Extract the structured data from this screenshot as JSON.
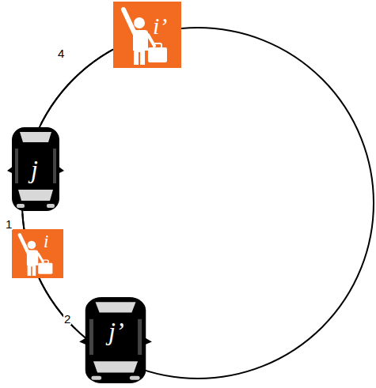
{
  "diagram": {
    "nodes": [
      {
        "text": [
          "i’"
        ]
      },
      {
        "text": [
          "j"
        ]
      },
      {
        "text": [
          "i"
        ]
      },
      {
        "text": [
          "j’"
        ]
      }
    ],
    "edges": [
      {
        "from": 1,
        "to": 0,
        "label": "4",
        "arrow": "none"
      },
      {
        "from": 1,
        "to": 2,
        "label": "1",
        "arrow": "none"
      },
      {
        "from": 2,
        "to": 3,
        "label": "2",
        "arrow": "none"
      }
    ]
  }
}
